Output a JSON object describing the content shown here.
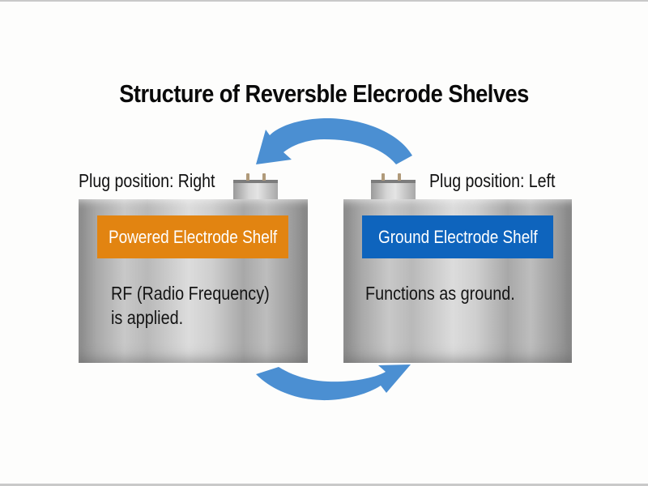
{
  "title": "Structure of Reversble Elecrode Shelves",
  "colors": {
    "powered_accent": "#e28411",
    "ground_accent": "#0e64bd",
    "arrow": "#4b8fd2"
  },
  "left_shelf": {
    "plug_label": "Plug position: Right",
    "name": "Powered Electrode Shelf",
    "description_lines": [
      "RF (Radio Frequency)",
      "is applied."
    ]
  },
  "right_shelf": {
    "plug_label": "Plug position: Left",
    "name": "Ground Electrode Shelf",
    "description_lines": [
      "Functions as ground."
    ]
  },
  "arrows": {
    "top": "swap-arrow-right-to-left",
    "bottom": "swap-arrow-left-to-right"
  }
}
